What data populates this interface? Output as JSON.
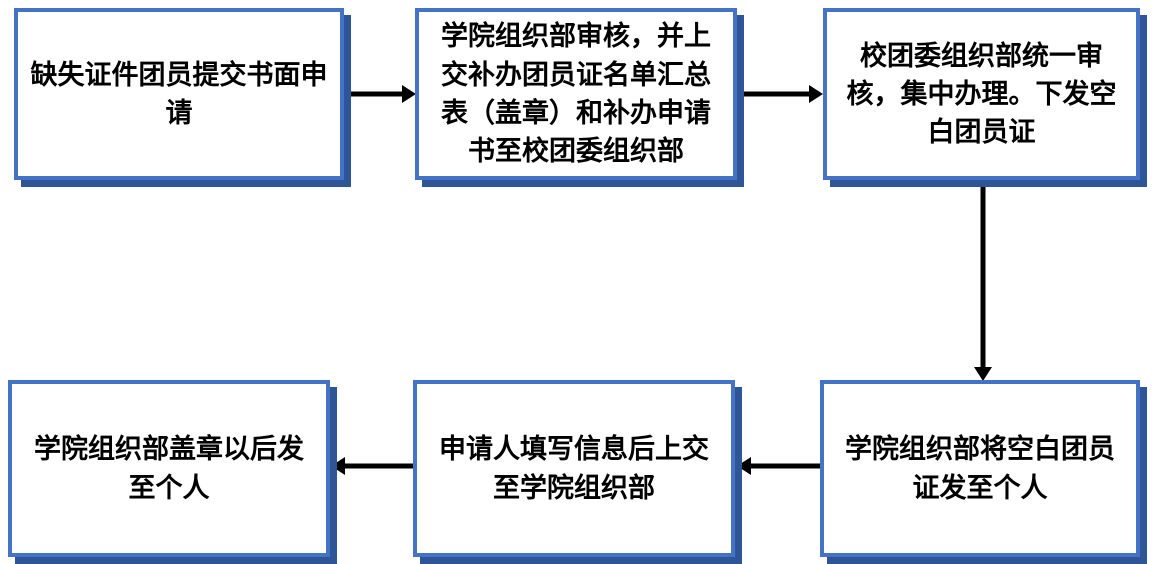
{
  "diagram": {
    "type": "flowchart",
    "boxes": [
      {
        "id": "box-1",
        "text": "缺失证件团员提交书面申请"
      },
      {
        "id": "box-2",
        "text": "学院组织部审核，并上交补办团员证名单汇总表（盖章）和补办申请书至校团委组织部"
      },
      {
        "id": "box-3",
        "text": "校团委组织部统一审核，集中办理。下发空白团员证"
      },
      {
        "id": "box-4",
        "text": "学院组织部盖章以后发至个人"
      },
      {
        "id": "box-5",
        "text": "申请人填写信息后上交至学院组织部"
      },
      {
        "id": "box-6",
        "text": "学院组织部将空白团员证发至个人"
      }
    ],
    "connectors": [
      {
        "from": "box-1",
        "to": "box-2",
        "direction": "right"
      },
      {
        "from": "box-2",
        "to": "box-3",
        "direction": "right"
      },
      {
        "from": "box-3",
        "to": "box-6",
        "direction": "down"
      },
      {
        "from": "box-6",
        "to": "box-5",
        "direction": "left"
      },
      {
        "from": "box-5",
        "to": "box-4",
        "direction": "left"
      }
    ],
    "colors": {
      "box_border": "#4472C4",
      "box_shadow": "#2E5597",
      "box_background": "#FFFFFF",
      "arrow": "#000000",
      "text": "#000000",
      "page_background": "#FFFFFF"
    }
  }
}
